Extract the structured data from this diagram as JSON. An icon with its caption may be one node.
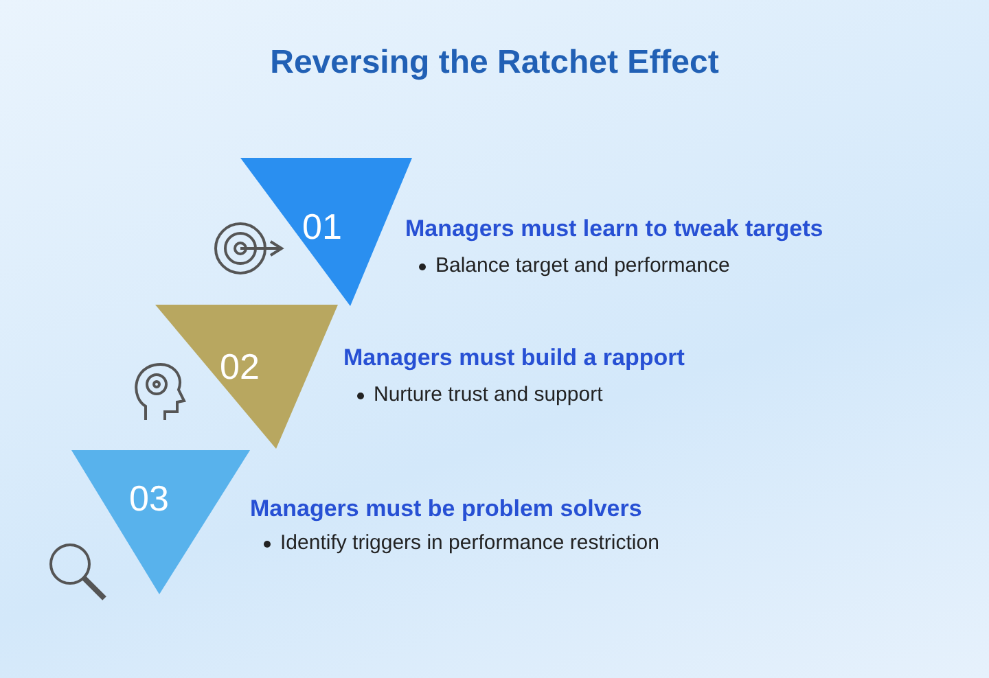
{
  "diagram": {
    "title": "Reversing the Ratchet Effect",
    "nodes": [
      {
        "text": [
          "01"
        ],
        "beside": [
          "Managers must learn to tweak targets",
          "Balance target and performance"
        ]
      },
      {
        "text": [
          "02"
        ],
        "beside": [
          "Managers must build a rapport",
          "Nurture trust and support"
        ]
      },
      {
        "text": [
          "03"
        ],
        "beside": [
          "Managers must be problem solvers",
          "Identify triggers in performance restriction"
        ]
      }
    ],
    "edges": []
  }
}
